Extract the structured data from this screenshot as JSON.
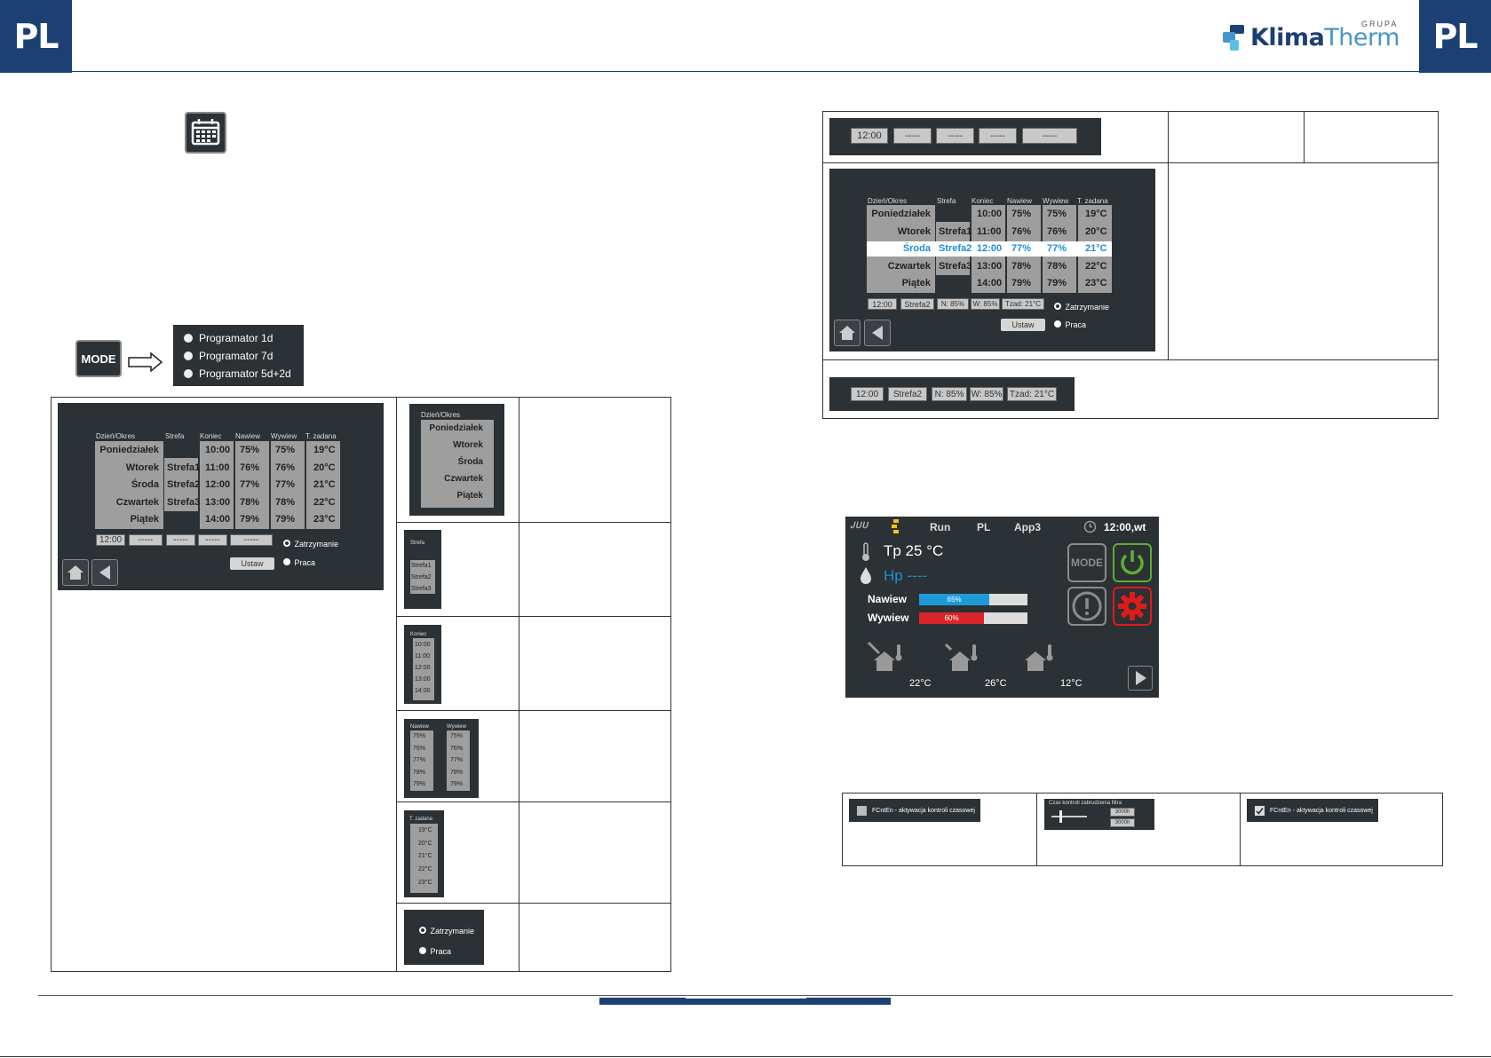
{
  "header": {
    "tab_left": "PL",
    "tab_right": "PL",
    "logo_bold": "Klima",
    "logo_light": "Therm",
    "logo_group": "GRUPA"
  },
  "mode_button": "MODE",
  "programmer_options": [
    "Programator 1d",
    "Programator 7d",
    "Programator 5d+2d"
  ],
  "schedule": {
    "headers": [
      "Dzień/Okres",
      "Strefa",
      "Koniec",
      "Nawiew",
      "Wywiew",
      "T. zadana"
    ],
    "days": [
      "Poniedziałek",
      "Wtorek",
      "Środa",
      "Czwartek",
      "Piątek"
    ],
    "zones": [
      "",
      "Strefa1",
      "Strefa2",
      "Strefa3",
      ""
    ],
    "ends": [
      "10:00",
      "11:00",
      "12:00",
      "13:00",
      "14:00"
    ],
    "supply": [
      "75%",
      "76%",
      "77%",
      "78%",
      "79%"
    ],
    "exhaust": [
      "75%",
      "76%",
      "77%",
      "78%",
      "79%"
    ],
    "setpoint": [
      "19°C",
      "20°C",
      "21°C",
      "22°C",
      "23°C"
    ],
    "radio_stop": "Zatrzymanie",
    "radio_work": "Praca",
    "set_button": "Ustaw",
    "empty_inputs": [
      "12:00",
      "-----",
      "-----",
      "-----",
      "-----"
    ],
    "filled_inputs": [
      "12:00",
      "Strefa2",
      "N: 85%",
      "W: 85%",
      "Tzad: 21°C"
    ]
  },
  "snippets": {
    "zone_header": "Strefa",
    "zone_values": [
      "Strefa1",
      "Strefa2",
      "Strefa3"
    ],
    "end_header": "Koniec",
    "supply_header": "Nawiew",
    "exhaust_header": "Wywiew",
    "setpoint_header": "T. zadana"
  },
  "main_screen": {
    "status_run": "Run",
    "status_lang": "PL",
    "status_app": "App3",
    "clock": "12:00,wt",
    "temp": "Tp 25 °C",
    "humidity": "Hp ----",
    "supply_label": "Nawiew",
    "supply_value": "65%",
    "supply_level": 0.65,
    "exhaust_label": "Wywiew",
    "exhaust_value": "60%",
    "exhaust_level": 0.6,
    "mode_tile": "MODE",
    "temps": [
      "22°C",
      "26°C",
      "12°C"
    ]
  },
  "filter": {
    "checkbox_label": "FCntEn - aktywacja kontroli czasowej",
    "slider_title": "Czas kontroli zabrudzenia filtra",
    "slider_values": [
      "3000h",
      "3000h"
    ],
    "checkbox_label_checked": "FCntEn - aktywacja kontroli czasowej"
  },
  "colors": {
    "brand_blue": "#1c3f74",
    "accent_blue": "#1e8fd8",
    "bar_blue": "#1e9ad8",
    "bar_red": "#d8262a",
    "power_green": "#5bb030",
    "gear_red": "#e01b1b"
  }
}
